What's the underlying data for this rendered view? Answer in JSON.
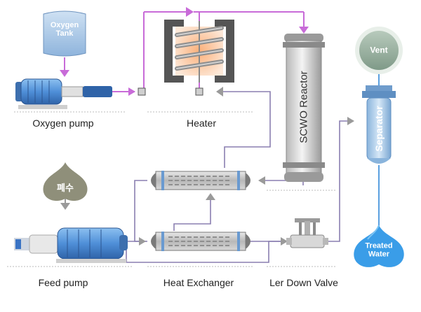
{
  "labels": {
    "oxygen_tank": "Oxygen Tank",
    "oxygen_pump": "Oxygen pump",
    "heater": "Heater",
    "reactor": "SCWO Reactor",
    "vent": "Vent",
    "separator": "Separator",
    "wastewater": "폐수",
    "feed_pump": "Feed pump",
    "heat_exchanger": "Heat Exchanger",
    "valve": "Ler Down Valve",
    "treated_water": "Treated Water"
  },
  "colors": {
    "oxygen_line": "#c86bd8",
    "process_line": "#8a7fb0",
    "water_line": "#5aa0e0",
    "tank_blue": "#aac8e8",
    "pump_blue": "#4f8fd8",
    "vent_green": "#9fb8a8",
    "droplet_blue": "#3a9de8",
    "droplet_gray": "#8f8f7a",
    "heater_glow": "#f7a070"
  }
}
